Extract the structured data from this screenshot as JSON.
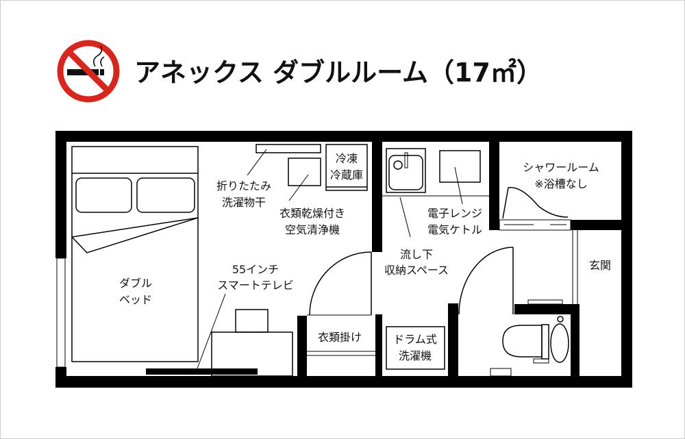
{
  "header": {
    "title": "アネックス ダブルルーム（17㎡）",
    "icon": "no-smoking-icon"
  },
  "labels": {
    "double_bed": [
      "ダブル",
      "ベッド"
    ],
    "drying_rack": [
      "折りたたみ",
      "洗濯物干"
    ],
    "air_purifier": [
      "衣類乾燥付き",
      "空気清浄機"
    ],
    "fridge": [
      "冷凍",
      "冷蔵庫"
    ],
    "tv": [
      "55インチ",
      "スマートテレビ"
    ],
    "closet": "衣類掛け",
    "sink_storage": [
      "流し下",
      "収納スペース"
    ],
    "microwave": [
      "電子レンジ",
      "電気ケトル"
    ],
    "shower": [
      "シャワールーム",
      "※浴槽なし"
    ],
    "entrance": "玄関",
    "washer": [
      "ドラム式",
      "洗濯機"
    ]
  },
  "colors": {
    "no_smoking_red": "#d7261e",
    "wall": "#000000"
  }
}
